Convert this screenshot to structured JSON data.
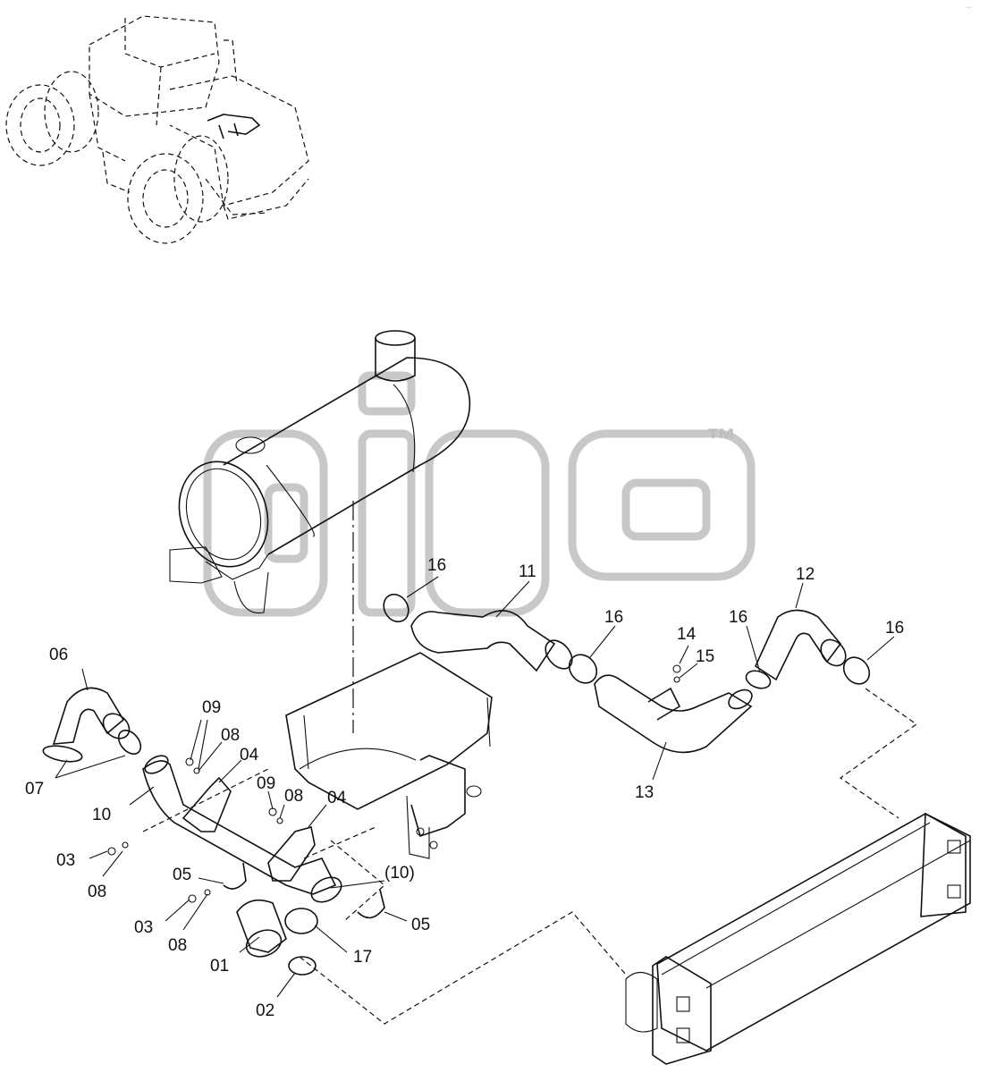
{
  "diagram": {
    "corner_code": "···",
    "watermark_mark": "™",
    "parts": [
      {
        "id": "c01",
        "label": "01"
      },
      {
        "id": "c02",
        "label": "02"
      },
      {
        "id": "c03a",
        "label": "03"
      },
      {
        "id": "c03b",
        "label": "03"
      },
      {
        "id": "c04a",
        "label": "04"
      },
      {
        "id": "c04b",
        "label": "04"
      },
      {
        "id": "c05a",
        "label": "05"
      },
      {
        "id": "c05b",
        "label": "05"
      },
      {
        "id": "c06",
        "label": "06"
      },
      {
        "id": "c07",
        "label": "07"
      },
      {
        "id": "c08a",
        "label": "08"
      },
      {
        "id": "c08b",
        "label": "08"
      },
      {
        "id": "c08c",
        "label": "08"
      },
      {
        "id": "c08d",
        "label": "08"
      },
      {
        "id": "c09a",
        "label": "09"
      },
      {
        "id": "c09b",
        "label": "09"
      },
      {
        "id": "c10a",
        "label": "10"
      },
      {
        "id": "c10b",
        "label": "(10)"
      },
      {
        "id": "c11",
        "label": "11"
      },
      {
        "id": "c12",
        "label": "12"
      },
      {
        "id": "c13",
        "label": "13"
      },
      {
        "id": "c14",
        "label": "14"
      },
      {
        "id": "c15",
        "label": "15"
      },
      {
        "id": "c16a",
        "label": "16"
      },
      {
        "id": "c16b",
        "label": "16"
      },
      {
        "id": "c16c",
        "label": "16"
      },
      {
        "id": "c16d",
        "label": "16"
      },
      {
        "id": "c17",
        "label": "17"
      }
    ]
  }
}
